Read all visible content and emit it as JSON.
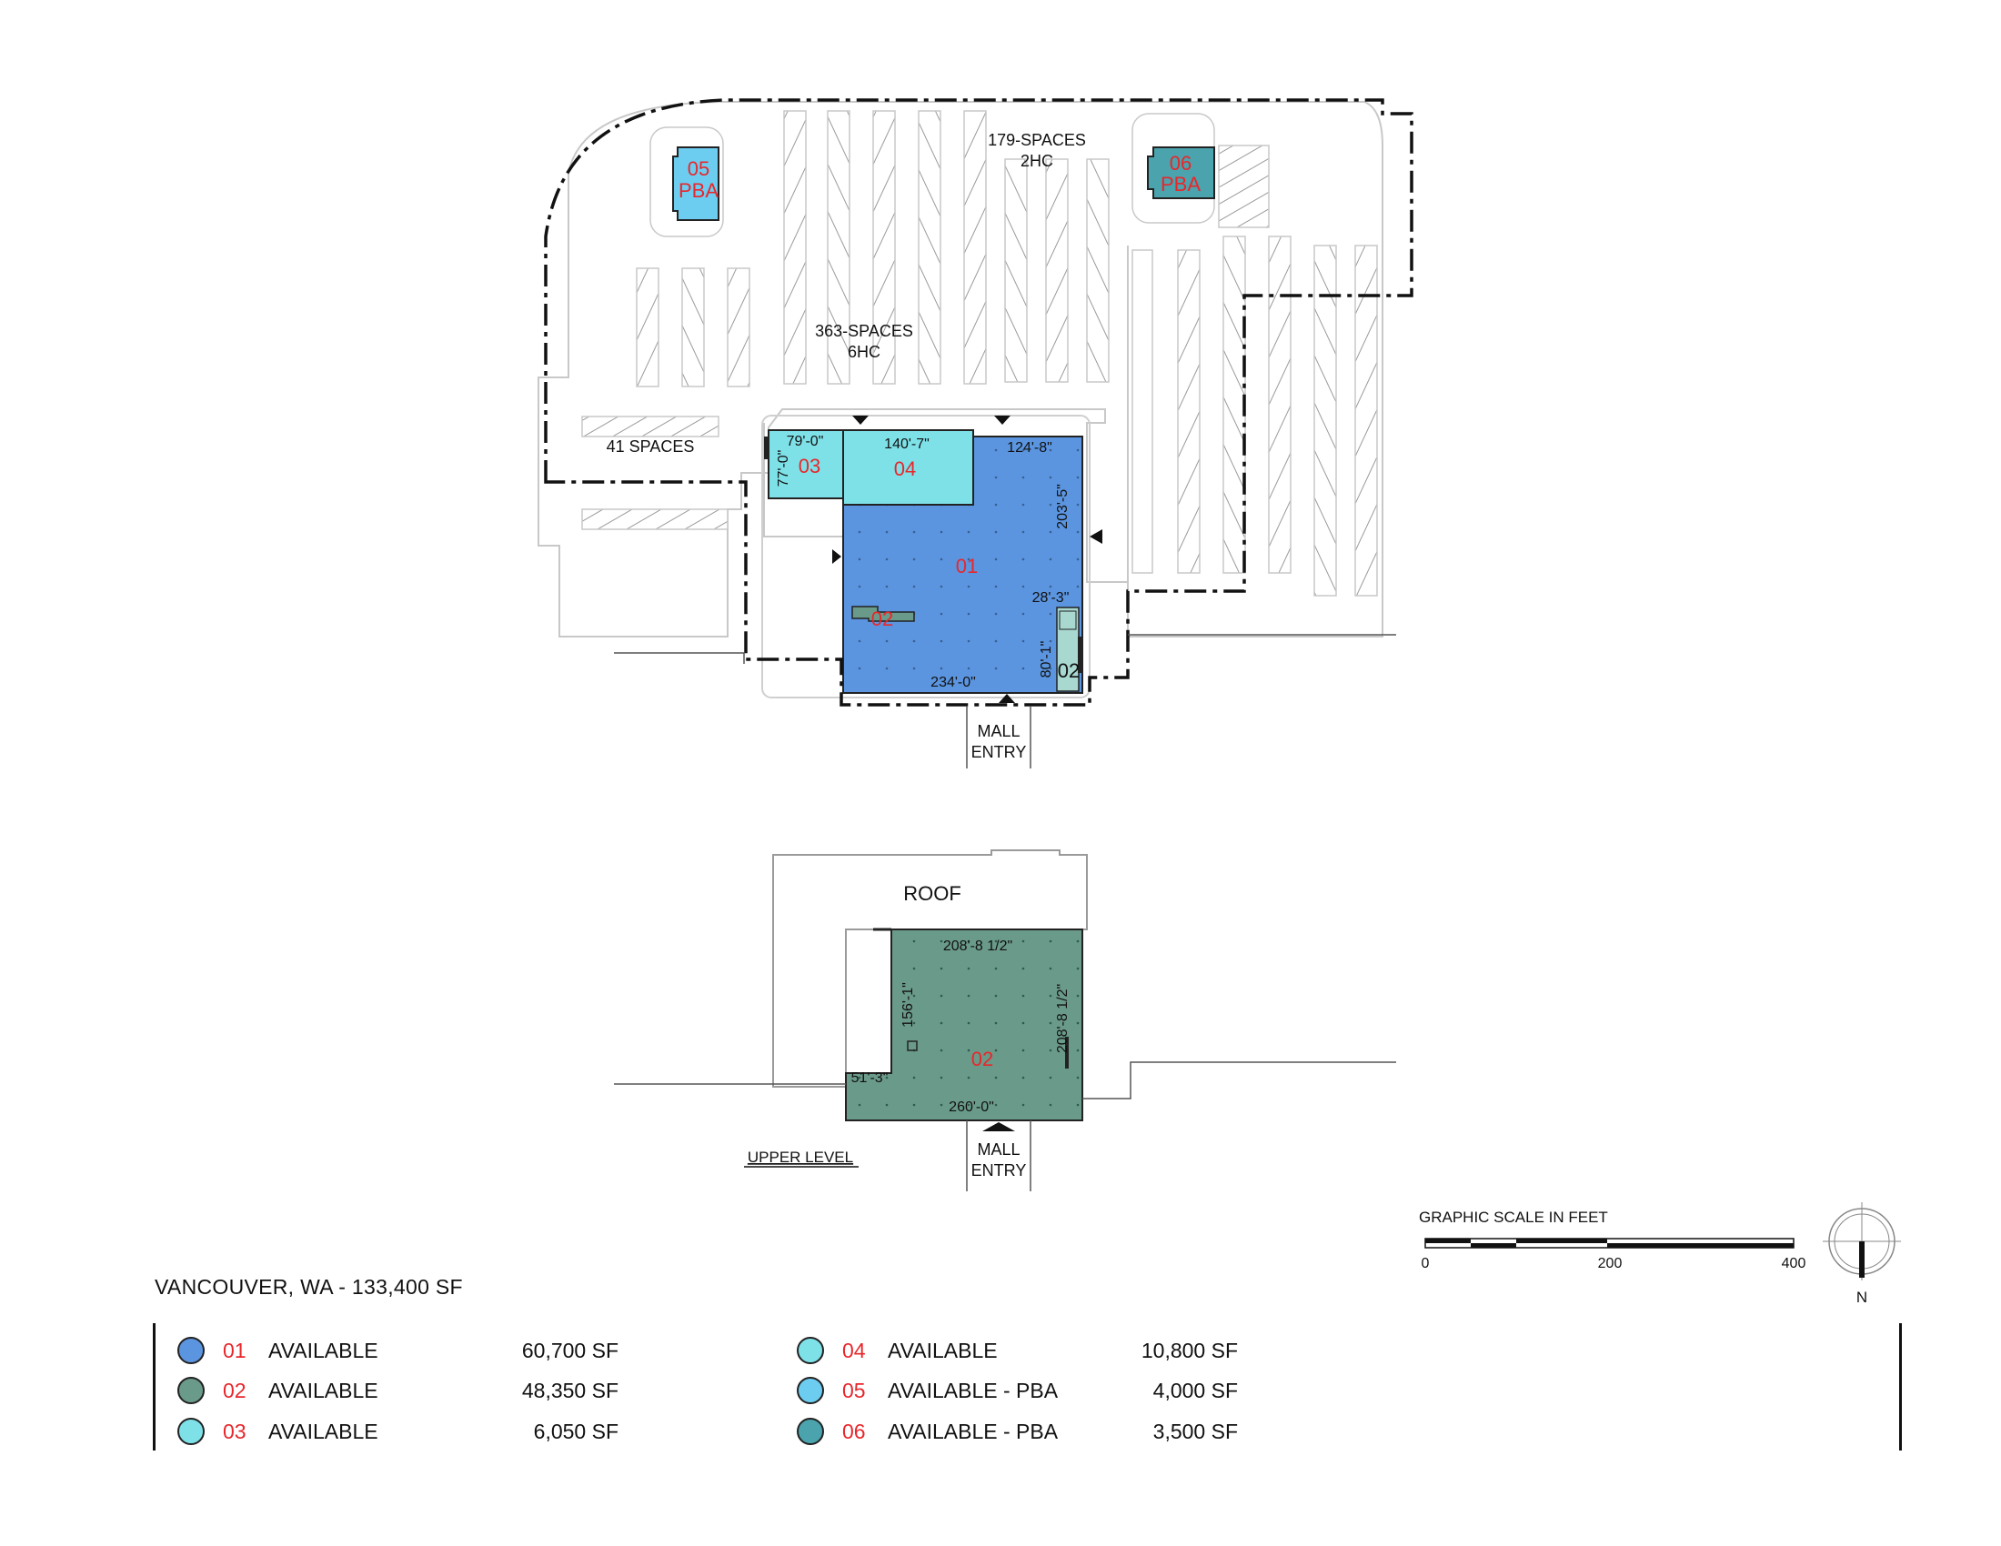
{
  "site_plan": {
    "parking_labels": [
      {
        "line1": "179-SPACES",
        "line2": "2HC"
      },
      {
        "line1": "363-SPACES",
        "line2": "6HC"
      },
      {
        "line1": "41 SPACES",
        "line2": ""
      }
    ],
    "unit_labels": {
      "u01": "01",
      "u02": "02",
      "u02b": "02",
      "u03": "03",
      "u04": "04",
      "u05": "05",
      "u05b": "PBA",
      "u06": "06",
      "u06b": "PBA"
    },
    "dimensions": {
      "d79": "79'-0\"",
      "d77": "77'-0\"",
      "d140": "140'-7\"",
      "d124": "124'-8\"",
      "d203": "203'-5\"",
      "d28": "28'-3\"",
      "d80": "80'-1\"",
      "d234": "234'-0\""
    },
    "entry": {
      "line1": "MALL",
      "line2": "ENTRY"
    }
  },
  "upper_level": {
    "title": "UPPER LEVEL",
    "roof_label": "ROOF",
    "unit_label": "02",
    "dimensions": {
      "top": "208'-8 1/2\"",
      "left": "156'-1\"",
      "right": "208'-8 1/2\"",
      "corner": "51'-3\"",
      "bottom": "260'-0\""
    },
    "entry": {
      "line1": "MALL",
      "line2": "ENTRY"
    }
  },
  "scale": {
    "title": "GRAPHIC SCALE IN FEET",
    "ticks": [
      "0",
      "200",
      "400"
    ],
    "north": "N"
  },
  "legend": {
    "title": "VANCOUVER, WA - 133,400 SF",
    "items": [
      {
        "id": "01",
        "label": "AVAILABLE",
        "sf": "60,700 SF",
        "color": "#5b95e0"
      },
      {
        "id": "02",
        "label": "AVAILABLE",
        "sf": "48,350 SF",
        "color": "#6a9a8a"
      },
      {
        "id": "03",
        "label": "AVAILABLE",
        "sf": "6,050 SF",
        "color": "#7ee1e8"
      },
      {
        "id": "04",
        "label": "AVAILABLE",
        "sf": "10,800 SF",
        "color": "#7ee1e8"
      },
      {
        "id": "05",
        "label": "AVAILABLE - PBA",
        "sf": "4,000 SF",
        "color": "#6ccdf1"
      },
      {
        "id": "06",
        "label": "AVAILABLE - PBA",
        "sf": "3,500 SF",
        "color": "#4ba3ad"
      }
    ]
  },
  "colors": {
    "unit01": "#5b95e0",
    "unit02": "#6a9a8a",
    "unit03_04": "#7ee1e8",
    "unit05": "#6ccdf1",
    "unit06": "#4ba3ad",
    "label_red": "#e8272b"
  }
}
